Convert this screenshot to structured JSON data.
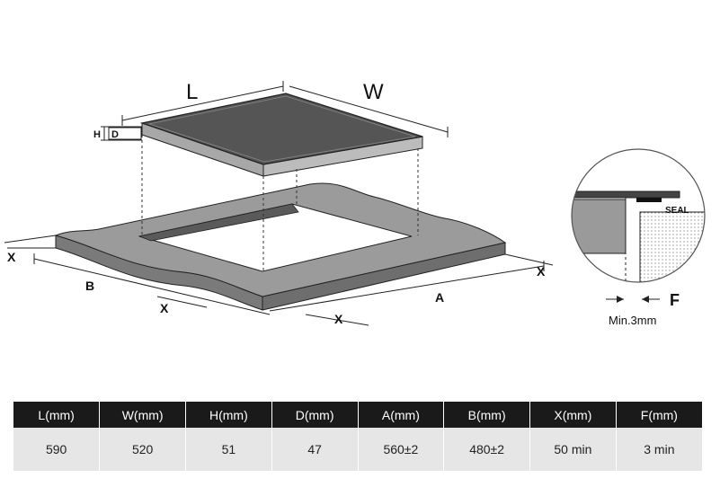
{
  "diagram": {
    "labels": {
      "L": "L",
      "W": "W",
      "H": "H",
      "D": "D",
      "A": "A",
      "B": "B",
      "X": "X",
      "F": "F",
      "seal": "SEAL",
      "min_gap": "Min.3mm"
    }
  },
  "table": {
    "headers": [
      "L(mm)",
      "W(mm)",
      "H(mm)",
      "D(mm)",
      "A(mm)",
      "B(mm)",
      "X(mm)",
      "F(mm)"
    ],
    "values": [
      "590",
      "520",
      "51",
      "47",
      "560±2",
      "480±2",
      "50 min",
      "3 min"
    ]
  }
}
